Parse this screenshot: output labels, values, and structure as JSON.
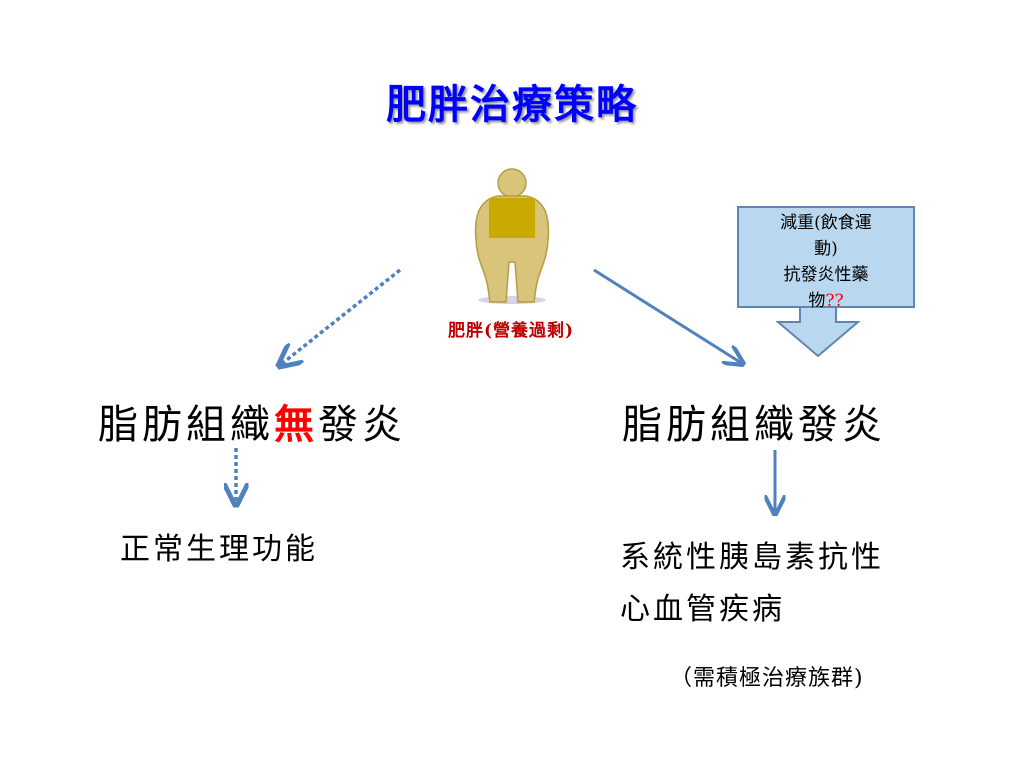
{
  "slide": {
    "title": "肥胖治療策略",
    "figure_caption": "肥胖(營養過剩)",
    "callout": {
      "line1": "減重(飲食運",
      "line2": "動)",
      "line3": "抗發炎性藥",
      "line4_prefix": "物",
      "line4_marks": "??"
    },
    "left": {
      "heading_prefix": "脂肪組織",
      "heading_emphasis": "無",
      "heading_suffix": "發炎",
      "outcome": "正常生理功能"
    },
    "right": {
      "heading": "脂肪組織發炎",
      "outcome_line1": "系統性胰島素抗性",
      "outcome_line2": "心血管疾病",
      "note": "（需積極治療族群)"
    }
  },
  "colors": {
    "title": "#0000ff",
    "arrow": "#4f81bd",
    "callout_fill": "#b9d7ee",
    "emphasis": "#ff0000",
    "figure_body": "#d8c47a",
    "figure_patch": "#c8aa00"
  }
}
